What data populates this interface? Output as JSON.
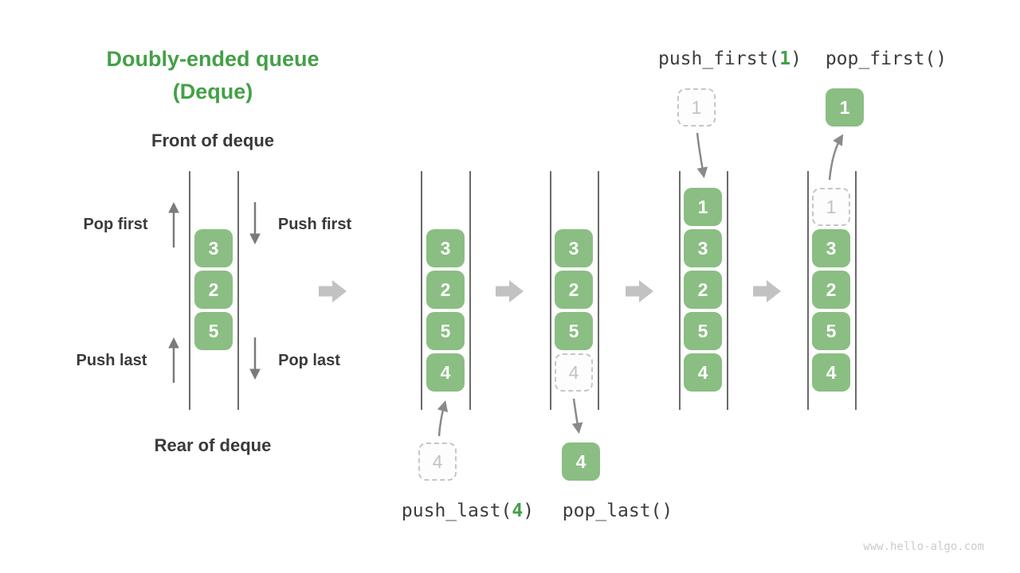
{
  "title": {
    "line1": "Doubly-ended queue",
    "line2": "(Deque)"
  },
  "labels": {
    "front": "Front of deque",
    "rear": "Rear of deque",
    "pop_first": "Pop first",
    "push_first": "Push first",
    "push_last": "Push last",
    "pop_last": "Pop last"
  },
  "overview": {
    "values": [
      "3",
      "2",
      "5"
    ]
  },
  "operations": {
    "push_first": {
      "prefix": "push_first(",
      "arg": "1",
      "suffix": ")"
    },
    "pop_first": {
      "label": "pop_first()"
    },
    "push_last": {
      "prefix": "push_last(",
      "arg": "4",
      "suffix": ")"
    },
    "pop_last": {
      "label": "pop_last()"
    }
  },
  "sequence": [
    {
      "values": [
        "3",
        "2",
        "5",
        "4"
      ],
      "incoming": "4"
    },
    {
      "values": [
        "3",
        "2",
        "5"
      ],
      "ghost": "4",
      "outgoing": "4"
    },
    {
      "values": [
        "1",
        "3",
        "2",
        "5",
        "4"
      ],
      "incoming": "1"
    },
    {
      "values": [
        "3",
        "2",
        "5",
        "4"
      ],
      "ghost": "1",
      "outgoing": "1"
    }
  ],
  "watermark": "www.hello-algo.com",
  "colors": {
    "box_green": "#8ABE82",
    "accent_green": "#43A047",
    "text_dark": "#3A3A3A",
    "wall_gray": "#6A6A6A",
    "thin_arrow_gray": "#7A7A7A",
    "flow_arrow_gray": "#8A8A8A",
    "step_arrow_gray": "#C2C2C2",
    "ghost_gray": "#C2C2C2",
    "watermark_gray": "#CBCBCB"
  }
}
